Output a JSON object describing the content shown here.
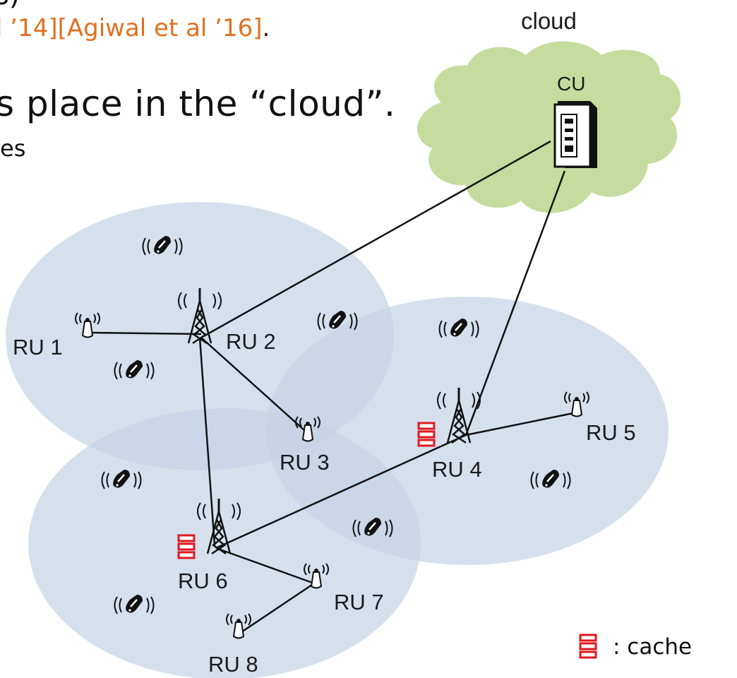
{
  "slide": {
    "line_top": "s)",
    "references": [
      {
        "text": "l ’14][Agiwal et al ’16]",
        "color": "#E07020"
      },
      {
        "text": ".",
        "color": "#111111"
      }
    ],
    "main_text": "s place in the “cloud”.",
    "sub_text": "es"
  },
  "diagram": {
    "cloud_label": "cloud",
    "cu_label": "CU",
    "ru_labels": [
      "RU 1",
      "RU 2",
      "RU 3",
      "RU 4",
      "RU 5",
      "RU 6",
      "RU 7",
      "RU 8"
    ],
    "legend_label": ": cache",
    "colors": {
      "cloud_fill": "#C6DC9E",
      "cell_fill": "#C5D3E6",
      "cache": "#E0181E",
      "reference": "#E07020"
    },
    "icons": [
      "cloud-shape",
      "cu-server-icon",
      "tower-icon",
      "small-antenna-icon",
      "phone-icon",
      "cache-icon"
    ]
  }
}
